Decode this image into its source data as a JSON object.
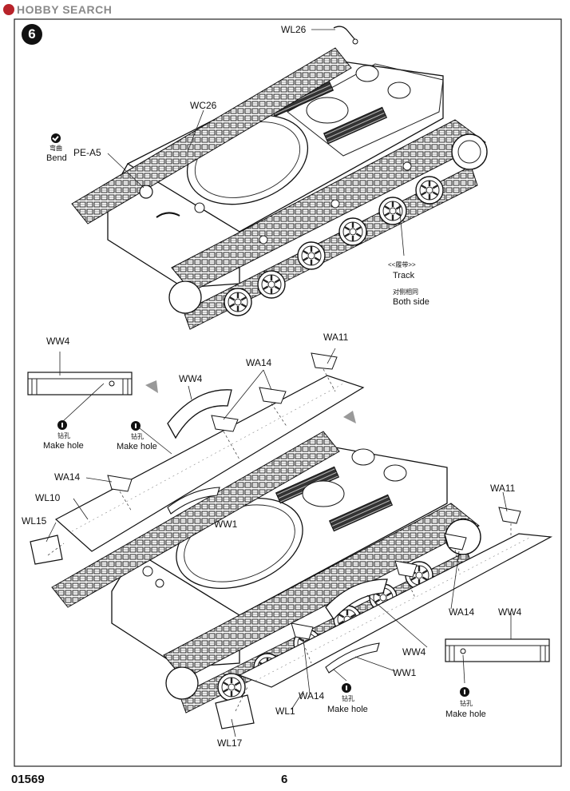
{
  "watermark": {
    "text": "HOBBY SEARCH"
  },
  "step": {
    "number": "6"
  },
  "footer": {
    "code": "01569",
    "page": "6"
  },
  "labels": {
    "wl26": "WL26",
    "wc26": "WC26",
    "pe_a5": "PE-A5",
    "bend_cn": "弯曲",
    "bend_en": "Bend",
    "track_cn": "<<履带>>",
    "track_en": "Track",
    "both_cn": "对侧相同",
    "both_en": "Both side",
    "ww4_a": "WW4",
    "wa11_a": "WA11",
    "wa14_a": "WA14",
    "ww4_b": "WW4",
    "hole1_cn": "钻孔",
    "hole1_en": "Make hole",
    "hole2_cn": "钻孔",
    "hole2_en": "Make hole",
    "wa14_b": "WA14",
    "wl10": "WL10",
    "wl15": "WL15",
    "ww1_a": "WW1",
    "wa11_b": "WA11",
    "wa14_c": "WA14",
    "ww4_c": "WW4",
    "ww4_d": "WW4",
    "ww1_b": "WW1",
    "wa14_d": "WA14",
    "hole3_cn": "钻孔",
    "hole3_en": "Make hole",
    "hole4_cn": "钻孔",
    "hole4_en": "Make hole",
    "wl1": "WL1",
    "wl17": "WL17"
  }
}
